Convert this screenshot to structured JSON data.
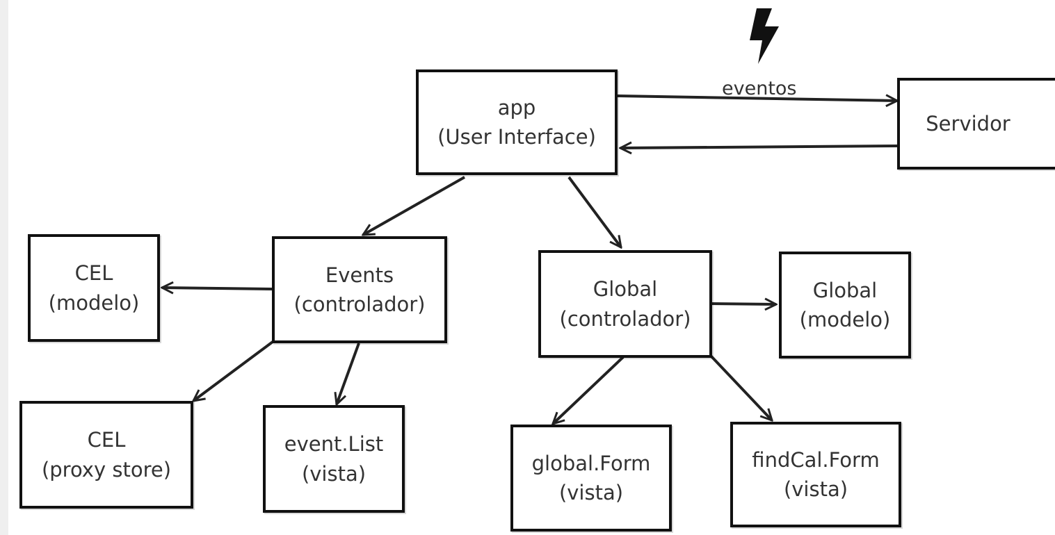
{
  "nodes": {
    "app": {
      "line1": "app",
      "line2": "(User Interface)"
    },
    "servidor": {
      "line1": "Servidor"
    },
    "events": {
      "line1": "Events",
      "line2": "(controlador)"
    },
    "global_ctrl": {
      "line1": "Global",
      "line2": "(controlador)"
    },
    "cel_modelo": {
      "line1": "CEL",
      "line2": "(modelo)"
    },
    "global_modelo": {
      "line1": "Global",
      "line2": "(modelo)"
    },
    "cel_proxy": {
      "line1": "CEL",
      "line2": "(proxy store)"
    },
    "event_list": {
      "line1": "event.List",
      "line2": "(vista)"
    },
    "global_form": {
      "line1": "global.Form",
      "line2": "(vista)"
    },
    "findcal_form": {
      "line1": "findCal.Form",
      "line2": "(vista)"
    }
  },
  "edges": {
    "eventos_label": "eventos"
  },
  "icons": {
    "bolt": "lightning-bolt-icon"
  }
}
